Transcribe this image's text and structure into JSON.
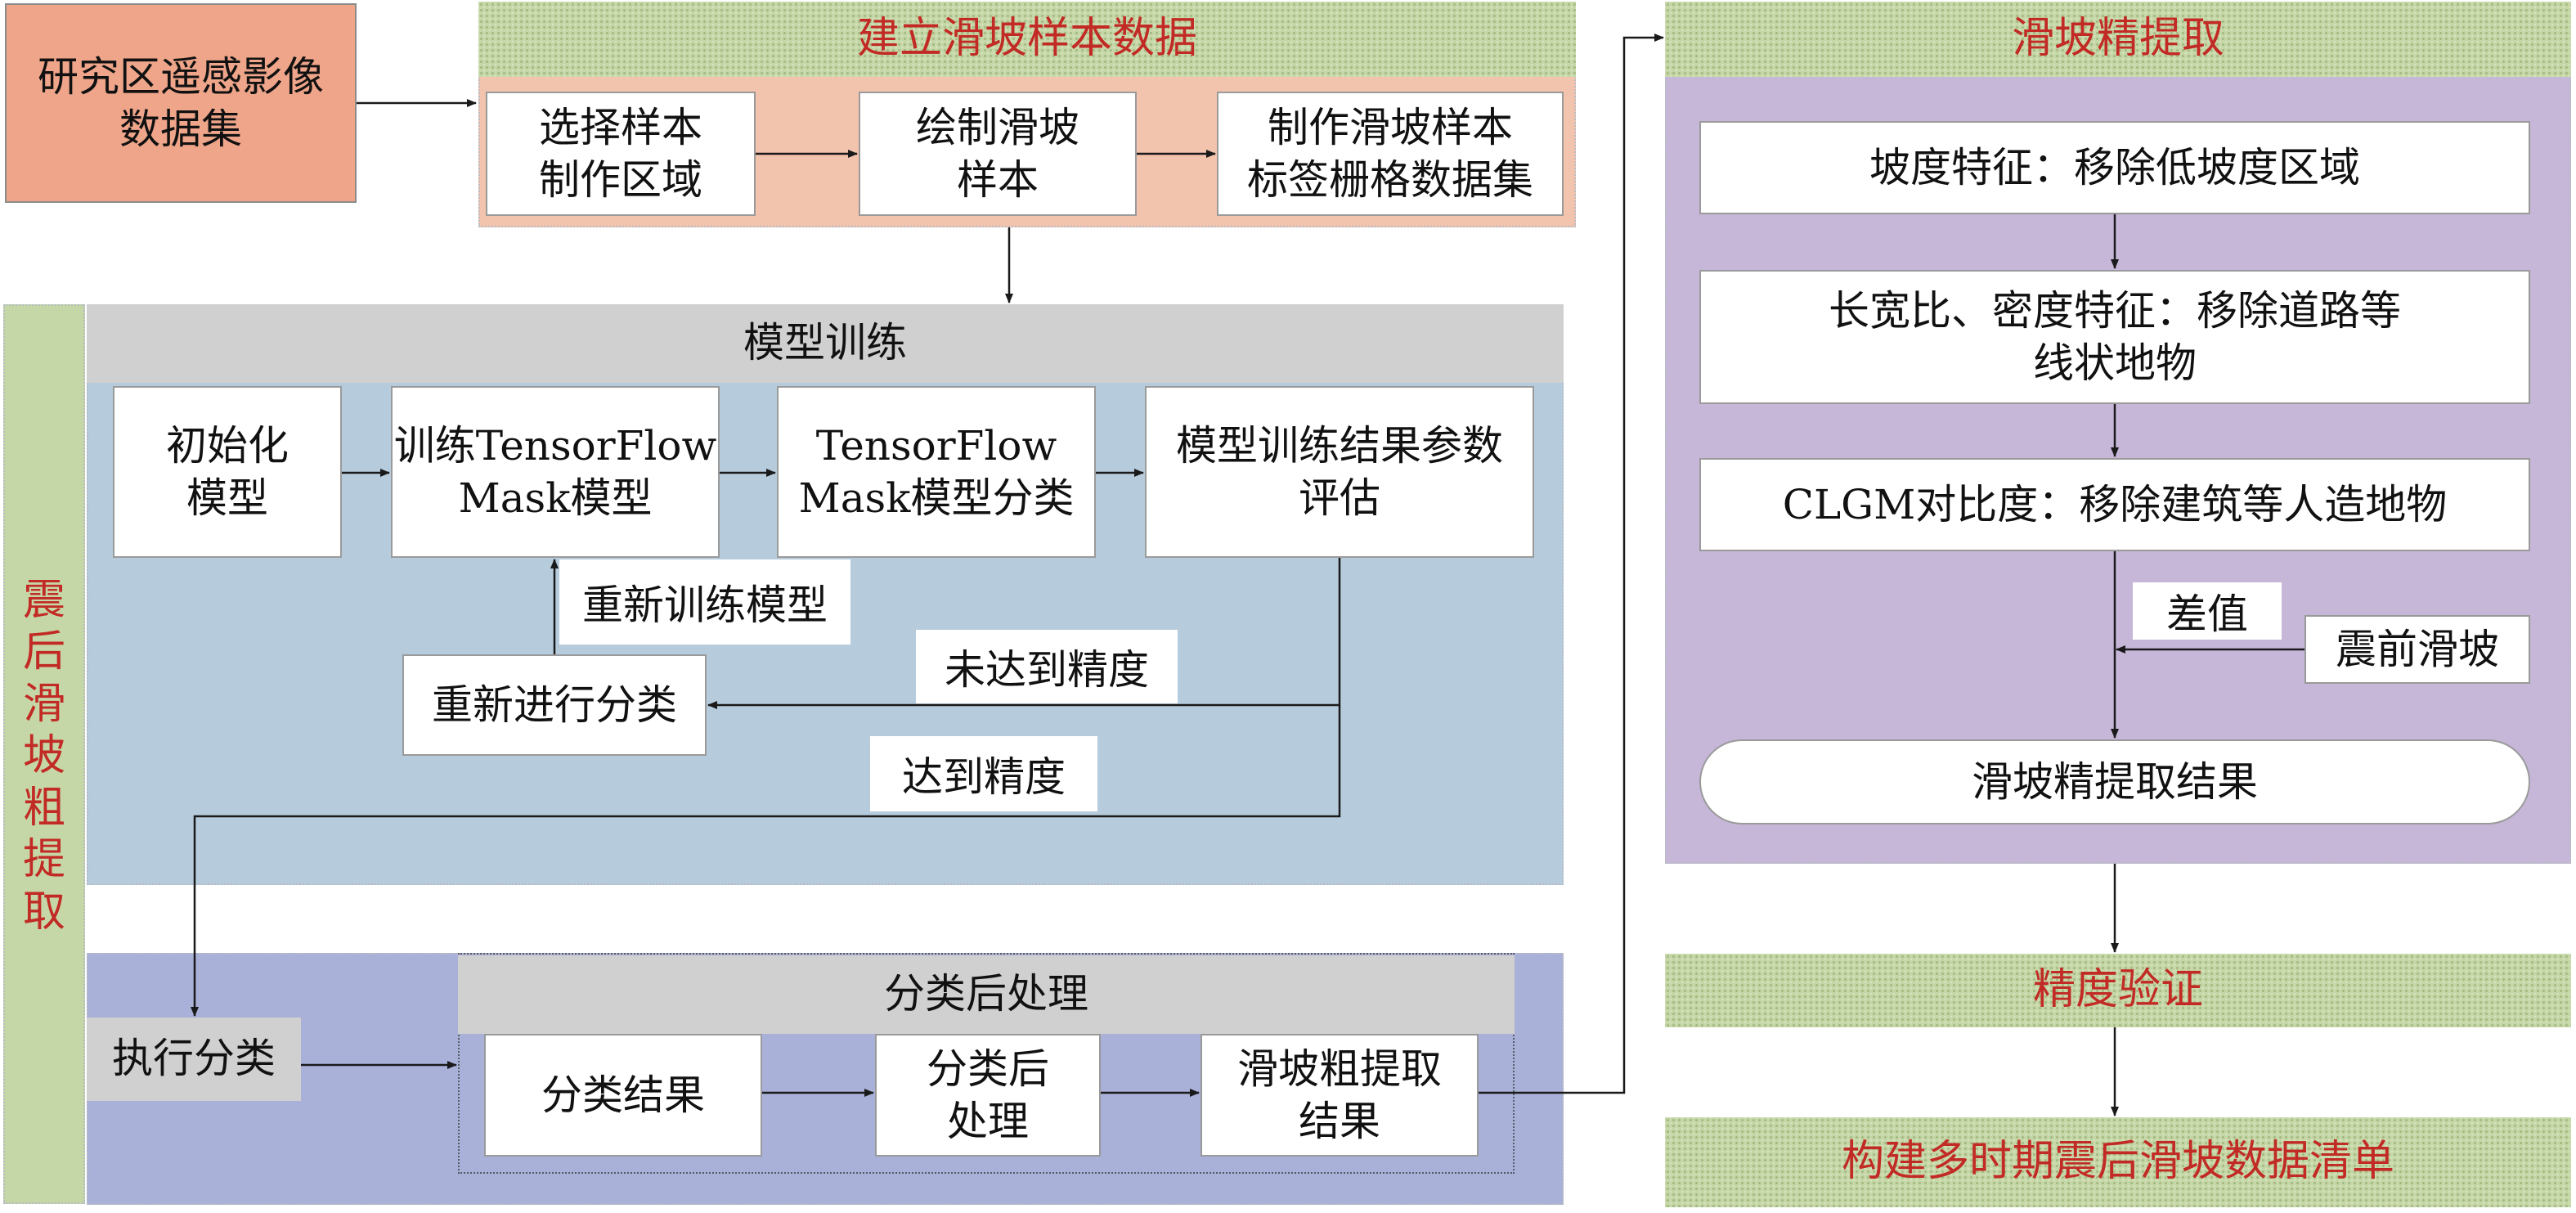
{
  "colors": {
    "title_red": "#c22a25",
    "green_bar": "#c5d7a6",
    "orange_source": "#eea58a",
    "peach_panel": "#f2c3ad",
    "blue_panel": "#b6ccdc",
    "indigo_panel": "#a9b1d8",
    "purple_panel": "#c6b6d8",
    "grey_bar": "#d0d0d0",
    "line": "#1a1a1a"
  },
  "source": {
    "label": [
      "研究区遥感影像",
      "数据集"
    ]
  },
  "sample": {
    "title": "建立滑坡样本数据",
    "steps": [
      {
        "name": "select-area",
        "label": [
          "选择样本",
          "制作区域"
        ]
      },
      {
        "name": "draw-sample",
        "label": [
          "绘制滑坡",
          "样本"
        ]
      },
      {
        "name": "make-raster",
        "label": [
          "制作滑坡样本",
          "标签栅格数据集"
        ]
      }
    ]
  },
  "coarse": {
    "title_chars": [
      "震",
      "后",
      "滑",
      "坡",
      "粗",
      "提",
      "取"
    ]
  },
  "training": {
    "title": "模型训练",
    "steps": [
      {
        "name": "init-model",
        "label": [
          "初始化",
          "模型"
        ]
      },
      {
        "name": "train-model",
        "label": [
          "训练TensorFlow",
          "Mask模型"
        ]
      },
      {
        "name": "classify-model",
        "label": [
          "TensorFlow",
          "Mask模型分类"
        ]
      },
      {
        "name": "evaluate",
        "label": [
          "模型训练结果参数",
          "评估"
        ]
      }
    ],
    "reclassify": "重新进行分类",
    "retrain_label": "重新训练模型",
    "fail_label": "未达到精度",
    "pass_label": "达到精度"
  },
  "post": {
    "execute": "执行分类",
    "title": "分类后处理",
    "steps": [
      {
        "name": "classify-result",
        "label": [
          "分类结果"
        ]
      },
      {
        "name": "post-process",
        "label": [
          "分类后",
          "处理"
        ]
      },
      {
        "name": "coarse-result",
        "label": [
          "滑坡粗提取",
          "结果"
        ]
      }
    ]
  },
  "fine": {
    "title": "滑坡精提取",
    "steps": [
      {
        "name": "slope-feature",
        "label": [
          "坡度特征：移除低坡度区域"
        ]
      },
      {
        "name": "ratio-density",
        "label": [
          "长宽比、密度特征：移除道路等",
          "线状地物"
        ]
      },
      {
        "name": "clgm-contrast",
        "label": [
          "CLGM对比度：移除建筑等人造地物"
        ]
      }
    ],
    "difference_label": "差值",
    "pre_quake": "震前滑坡",
    "result": "滑坡精提取结果"
  },
  "accuracy": "精度验证",
  "inventory": "构建多时期震后滑坡数据清单"
}
